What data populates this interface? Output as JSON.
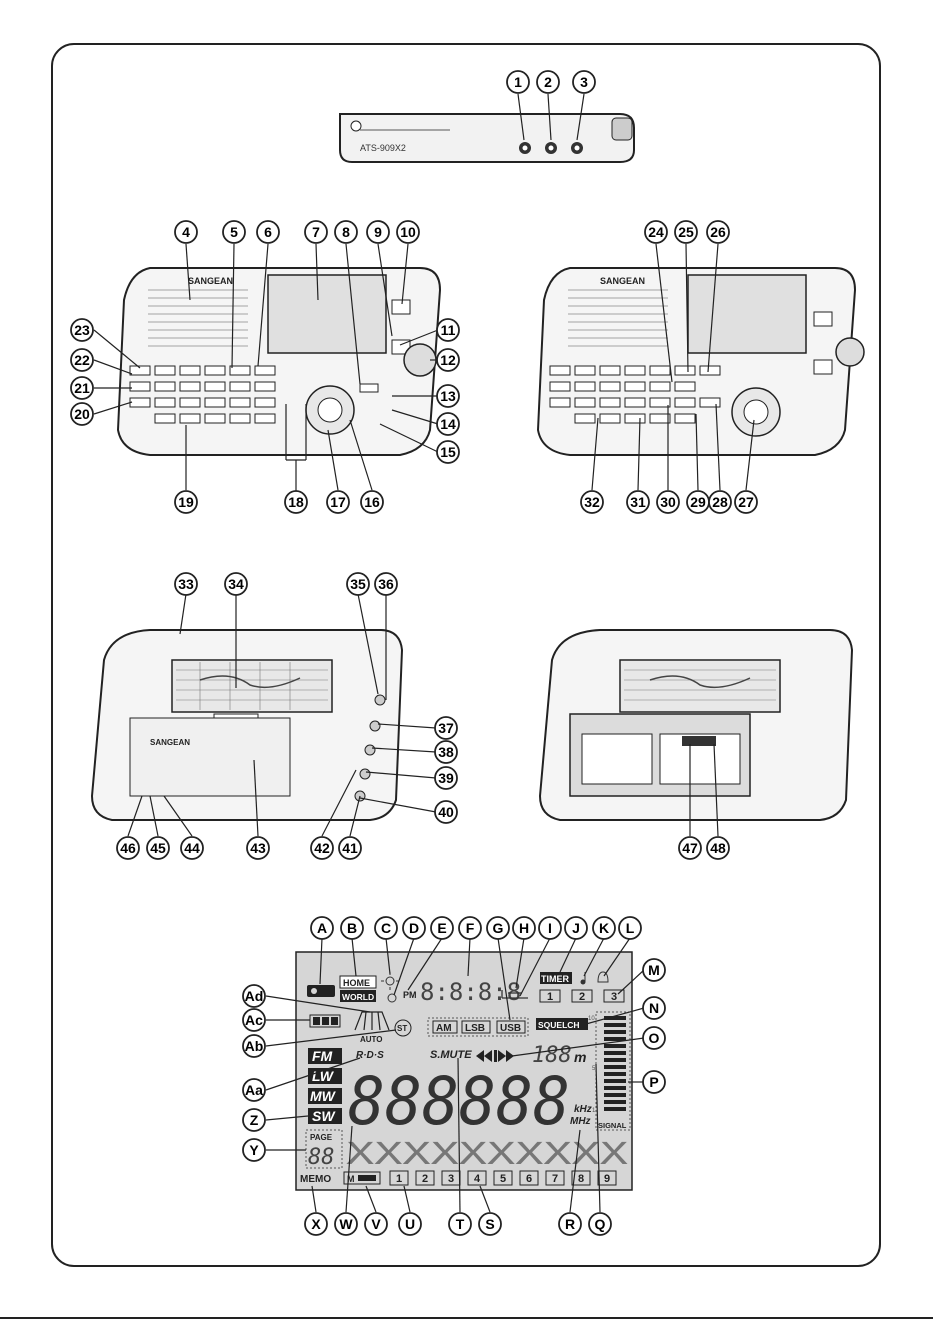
{
  "product": {
    "model_text": "ATS-909X2",
    "brand_text": "SANGEAN"
  },
  "callouts_top": [
    "1",
    "2",
    "3"
  ],
  "callouts_front_top": [
    "4",
    "5",
    "6",
    "7",
    "8",
    "9",
    "10"
  ],
  "callouts_front_left": [
    "23",
    "22",
    "21",
    "20"
  ],
  "callouts_front_right": [
    "11",
    "12",
    "13",
    "14",
    "15"
  ],
  "callouts_front_bottom": [
    "19",
    "18",
    "17",
    "16"
  ],
  "callouts_front2_top": [
    "24",
    "25",
    "26"
  ],
  "callouts_front2_bottom": [
    "32",
    "31",
    "30",
    "29",
    "28",
    "27"
  ],
  "callouts_back_top": [
    "33",
    "34",
    "35",
    "36"
  ],
  "callouts_back_right": [
    "37",
    "38",
    "39",
    "40"
  ],
  "callouts_back_bottom": [
    "46",
    "45",
    "44",
    "43",
    "42",
    "41"
  ],
  "callouts_back2_bottom": [
    "47",
    "48"
  ],
  "callouts_lcd_top": [
    "A",
    "B",
    "C",
    "D",
    "E",
    "F",
    "G",
    "H",
    "I",
    "J",
    "K",
    "L"
  ],
  "callouts_lcd_right": [
    "M",
    "N",
    "O",
    "P"
  ],
  "callouts_lcd_left": [
    "Ad",
    "Ac",
    "Ab",
    "Aa",
    "Z",
    "Y"
  ],
  "callouts_lcd_bottom": [
    "X",
    "W",
    "V",
    "U",
    "T",
    "S",
    "R",
    "Q"
  ],
  "lcd": {
    "home": "HOME",
    "world": "WORLD",
    "pm": "PM",
    "timer": "TIMER",
    "presets_top": [
      "1",
      "2",
      "3"
    ],
    "am": "AM",
    "lsb": "LSB",
    "usb": "USB",
    "squelch": "SQUELCH",
    "auto": "AUTO",
    "st": "ST",
    "fm": "FM",
    "lw": "LW",
    "mw": "MW",
    "sw": "SW",
    "rds": "R·D·S",
    "smute": "S.MUTE",
    "meter": "m",
    "khz": "kHz",
    "mhz": "MHz",
    "signal": "SIGNAL",
    "page": "PAGE",
    "memo": "MEMO",
    "m_key": "M",
    "presets_bottom": [
      "1",
      "2",
      "3",
      "4",
      "5",
      "6",
      "7",
      "8",
      "9"
    ],
    "scale_10": "10",
    "scale_5": "5",
    "scale_1": "1"
  }
}
